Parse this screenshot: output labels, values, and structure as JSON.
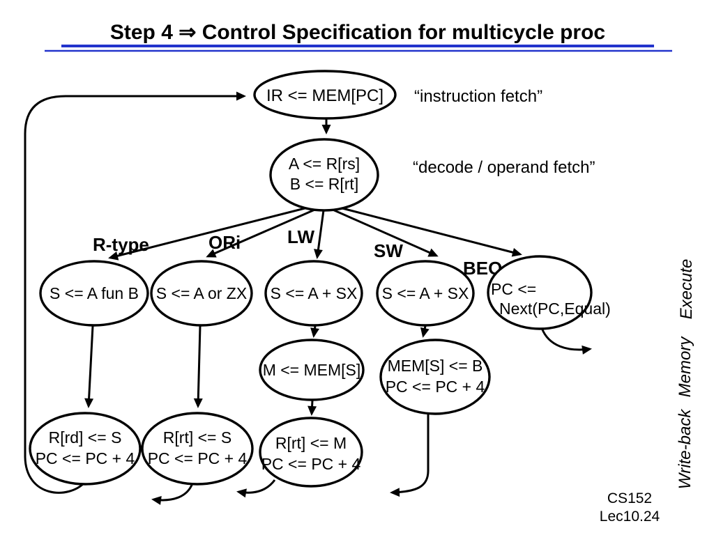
{
  "slide": {
    "title": "Step 4  ⇒ Control Specification for multicycle proc",
    "footer": {
      "course": "CS152",
      "lecture": "Lec10.24"
    }
  },
  "annotations": {
    "fetch_label": "“instruction fetch”",
    "decode_label": "“decode / operand fetch”"
  },
  "branch_labels": {
    "rtype": "R-type",
    "ori": "ORi",
    "lw": "LW",
    "sw": "SW",
    "beq": "BEQ"
  },
  "stage_labels": {
    "execute": "Execute",
    "memory": "Memory",
    "writeback": "Write-back"
  },
  "states": {
    "fetch": {
      "line1": "IR <= MEM[PC]"
    },
    "decode": {
      "line1": "A <= R[rs]",
      "line2": "B <= R[rt]"
    },
    "rtype_ex": {
      "line1": "S <= A fun B"
    },
    "ori_ex": {
      "line1": "S <= A or ZX"
    },
    "lw_ex": {
      "line1": "S <= A + SX"
    },
    "sw_ex": {
      "line1": "S <= A + SX"
    },
    "beq_ex": {
      "line1": "PC <=",
      "line2": "Next(PC,Equal)"
    },
    "lw_mem": {
      "line1": "M <= MEM[S]"
    },
    "sw_mem": {
      "line1": "MEM[S] <= B",
      "line2": "PC <= PC + 4"
    },
    "rtype_wb": {
      "line1": "R[rd] <= S",
      "line2": "PC <= PC + 4"
    },
    "ori_wb": {
      "line1": "R[rt] <= S",
      "line2": "PC <= PC + 4"
    },
    "lw_wb": {
      "line1": "R[rt] <= M",
      "line2": "PC <= PC + 4"
    }
  },
  "colors": {
    "title": "#2233cc",
    "ink": "#000000",
    "background": "#ffffff"
  }
}
